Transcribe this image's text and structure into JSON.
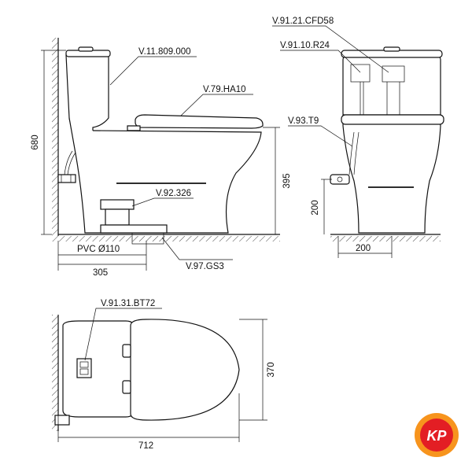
{
  "parts": {
    "tank_lid_code": "V.11.809.000",
    "seat_code": "V.79.HA10",
    "connector_code": "V.92.326",
    "flange_code": "V.97.GS3",
    "flush_valve_code": "V.91.21.CFD58",
    "fill_valve_code": "V.91.10.R24",
    "angle_valve_code": "V.93.T9",
    "button_code": "V.91.31.BT72"
  },
  "dimensions": {
    "height": "680",
    "seat_height": "395",
    "pipe": "PVC Ø110",
    "rough_in": "305",
    "inlet_height": "200",
    "inlet_offset": "200",
    "depth": "712",
    "width": "370"
  },
  "logo": {
    "text": "KP",
    "colors": {
      "outer": "#f7941d",
      "inner": "#e31e24",
      "text": "#ffffff"
    }
  }
}
